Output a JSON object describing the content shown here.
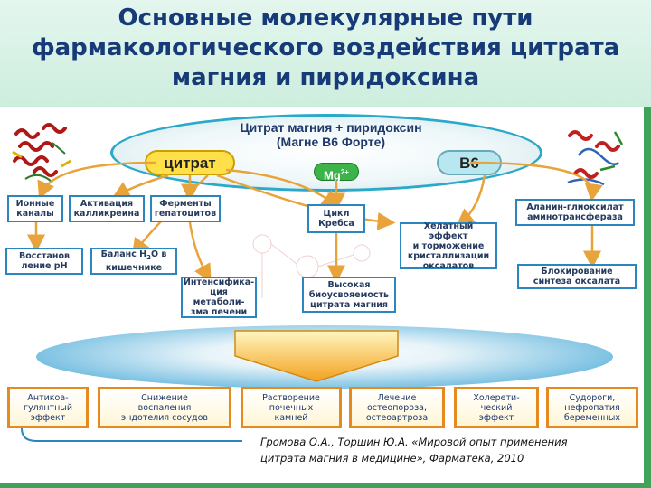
{
  "title_lines": [
    "Основные молекулярные пути",
    "фармакологического воздействия цитрата",
    "магния и пиридоксина"
  ],
  "ellipse": {
    "line1": "Цитрат магния + пиридоксин",
    "line2": "(Магне В6 Форте)"
  },
  "pills": {
    "citrate": "цитрат",
    "b6": "В6",
    "mg_base": "Mg",
    "mg_sup": "2+"
  },
  "boxes": {
    "ion": [
      "Ионные",
      "каналы"
    ],
    "kallikrein": [
      "Активация",
      "калликреина"
    ],
    "enzymes": [
      "Ферменты",
      "гепатоцитов"
    ],
    "krebs": [
      "Цикл",
      "Кребса"
    ],
    "chelate": [
      "Хелатный эффект",
      "и торможение",
      "кристаллизации",
      "оксалатов"
    ],
    "alanine": [
      "Аланин-глиоксилат",
      "аминотрансфераза"
    ],
    "ph": [
      "Восстанов",
      "ление pH"
    ],
    "h2o": {
      "line1_pre": "Баланс H",
      "sub": "2",
      "line1_post": "O в",
      "line2": "кишечнике"
    },
    "intens": [
      "Интенсифика-",
      "ция метаболи-",
      "зма печени"
    ],
    "bioavail": [
      "Высокая",
      "биоусвояемость",
      "цитрата магния"
    ],
    "block": [
      "Блокирование",
      "синтеза оксалата"
    ]
  },
  "results": [
    [
      "Антикоа-",
      "гулянтный",
      "эффект"
    ],
    [
      "Снижение",
      "воспаления",
      "эндотелия сосудов"
    ],
    [
      "Растворение",
      "почечных",
      "камней"
    ],
    [
      "Лечение",
      "остеопороза,",
      "остеоартроза"
    ],
    [
      "Холерети-",
      "ческий",
      "эффект"
    ],
    [
      "Судороги,",
      "нефропатия",
      "беременных"
    ]
  ],
  "citation": [
    "Громова О.А., Торшин Ю.А. «Мировой опыт применения",
    "цитрата магния в медицине», Фарматека, 2010"
  ],
  "colors": {
    "title": "#173a78",
    "box_border": "#2b86bf",
    "arrow": "#e8a33a",
    "result_border": "#e58a1f",
    "mg": "#3db44a"
  }
}
